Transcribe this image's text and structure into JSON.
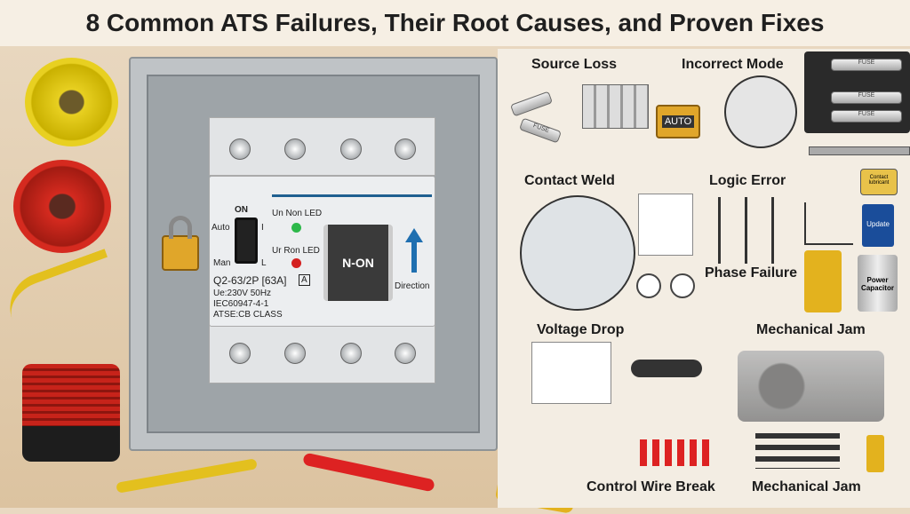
{
  "title": "8 Common ATS Failures, Their Root Causes, and Proven Fixes",
  "breaker": {
    "switch_top": "ON",
    "switch_left_top": "Auto",
    "switch_left_bottom": "Man",
    "switch_right_top": "I",
    "switch_right_bottom": "L",
    "led1": "Un Non LED",
    "led2": "Ur Ron LED",
    "handle": "N-ON",
    "direction": "Direction",
    "model": "Q2-63/2P [63A]",
    "model_box": "A",
    "spec1": "Ue:230V  50Hz",
    "spec2": "IEC60947-4-1",
    "spec3": "ATSE:CB CLASS"
  },
  "labels": {
    "source_loss": "Source Loss",
    "incorrect_mode": "Incorrect Mode",
    "contact_weld": "Contact Weld",
    "logic_error": "Logic Error",
    "phase_failure": "Phase Failure",
    "voltage_drop": "Voltage Drop",
    "mechanical_jam_1": "Mechanical Jam",
    "control_wire_break": "Control Wire Break",
    "mechanical_jam_2": "Mechanical Jam"
  },
  "items": {
    "auto_lock": "AUTO",
    "fuse": "FUSE",
    "lubricant": "Contact lubricant",
    "update": "Update",
    "capacitor": "Power Capacitor"
  },
  "colors": {
    "led_green": "#2db84a",
    "led_red": "#d42020",
    "arrow": "#1f6fb0",
    "lock": "#e0a62a"
  }
}
